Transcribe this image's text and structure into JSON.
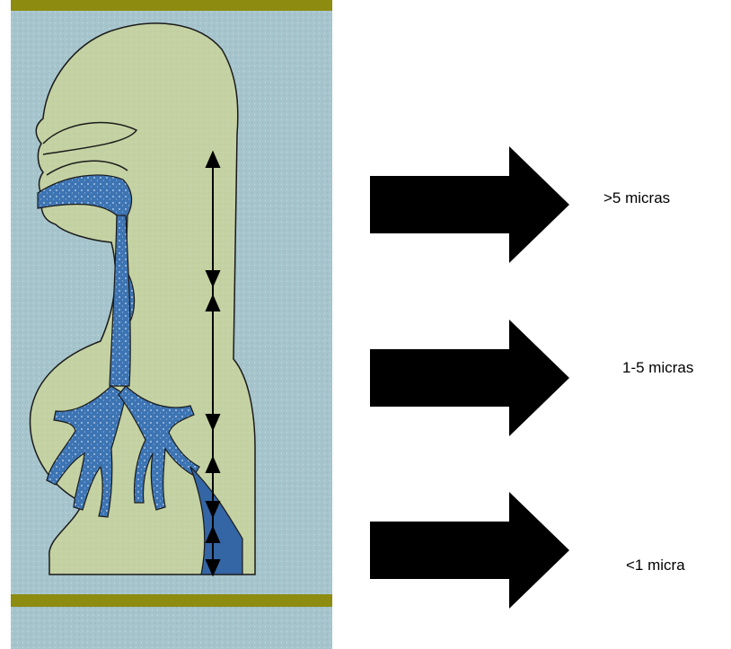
{
  "diagram": {
    "labels": [
      {
        "text": ">5 micras"
      },
      {
        "text": "1-5 micras"
      },
      {
        "text": "<1 micra"
      }
    ]
  },
  "colors": {
    "background_panel": "#a6c4cc",
    "body_fill": "#c4d1a2",
    "airway_fill": "#3d74b3",
    "alveoli_fill": "#3465a4",
    "olive_band": "#8d8b10",
    "outline": "#1a1a1a",
    "arrow_fill": "#000000"
  }
}
